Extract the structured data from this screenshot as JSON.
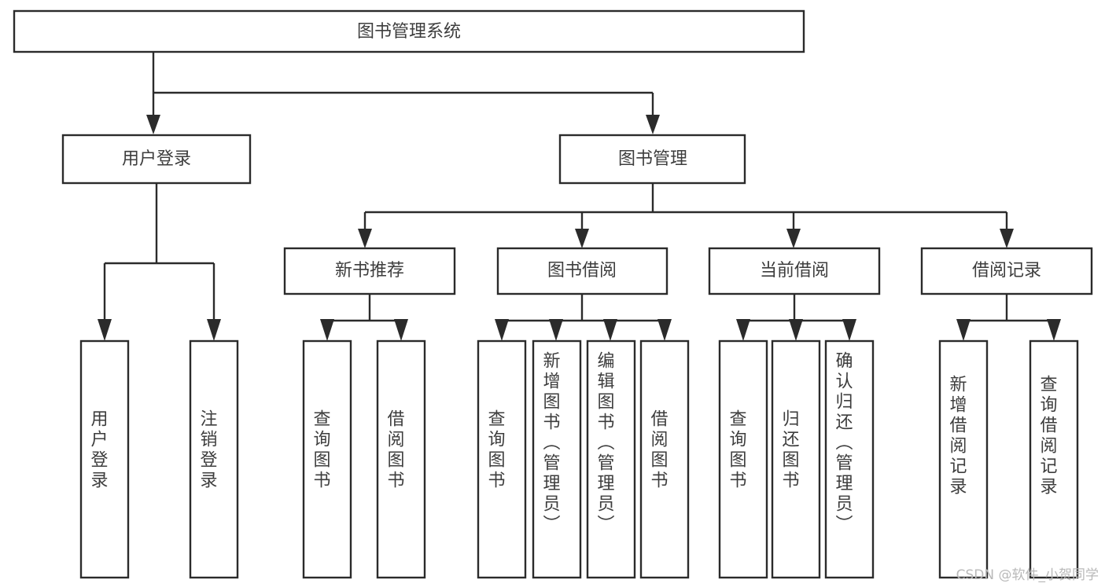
{
  "diagram": {
    "title": "图书管理系统",
    "type": "tree-hierarchy",
    "watermark": "CSDN @软件_小贺同学",
    "colors": {
      "background": "#ffffff",
      "box_border": "#2b2b2b",
      "box_fill": "#ffffff",
      "text": "#3d3d3d",
      "connector": "#2b2b2b",
      "watermark": "#b9b9b9"
    },
    "root": {
      "label": "图书管理系统"
    },
    "level1": [
      {
        "label": "用户登录"
      },
      {
        "label": "图书管理"
      }
    ],
    "level2": [
      {
        "label": "新书推荐"
      },
      {
        "label": "图书借阅"
      },
      {
        "label": "当前借阅"
      },
      {
        "label": "借阅记录"
      }
    ],
    "leaves": {
      "user_login": [
        {
          "label": "用户登录"
        },
        {
          "label": "注销登录"
        }
      ],
      "new_book_recommend": [
        {
          "label": "查询图书"
        },
        {
          "label": "借阅图书"
        }
      ],
      "book_borrow": [
        {
          "label": "查询图书"
        },
        {
          "label": "新增图书（管理员）"
        },
        {
          "label": "编辑图书（管理员）"
        },
        {
          "label": "借阅图书"
        }
      ],
      "current_borrow": [
        {
          "label": "查询图书"
        },
        {
          "label": "归还图书"
        },
        {
          "label": "确认归还（管理员）"
        }
      ],
      "borrow_record": [
        {
          "label": "新增借阅记录"
        },
        {
          "label": "查询借阅记录"
        }
      ]
    }
  }
}
